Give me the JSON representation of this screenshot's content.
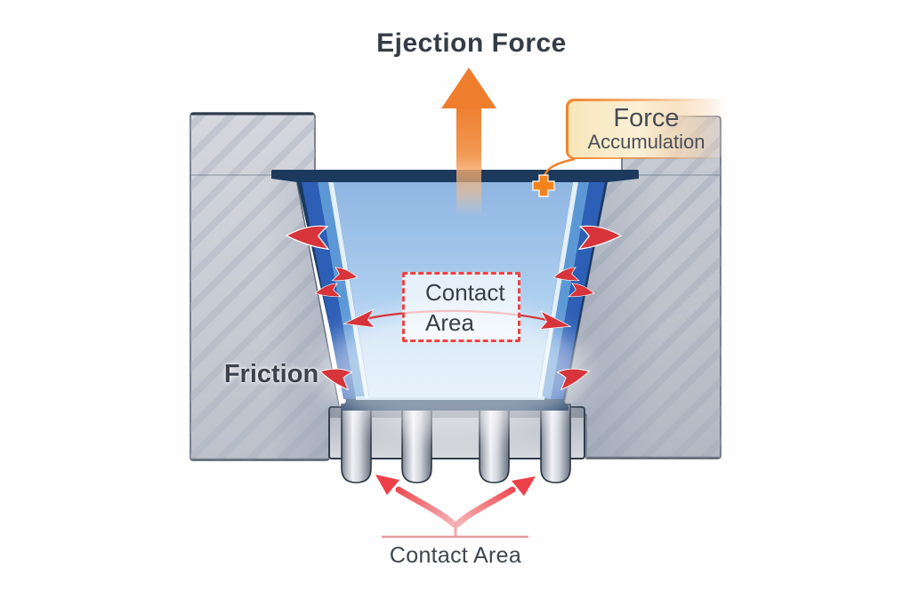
{
  "diagram": {
    "title": "Ejection Force",
    "force_accumulation": {
      "line1": "Force",
      "line2": "Accumulation"
    },
    "contact_area_box": {
      "line1": "Contact",
      "line2": "Area"
    },
    "friction_label": "Friction",
    "bottom_label": "Contact Area",
    "colors": {
      "background": "#FEFEFE",
      "accent_orange": "#EE7E2D",
      "callout_fill": "#F8E6BA",
      "friction_arrow_red": "#D7343B",
      "dashed_box_red": "#EE4343",
      "bottom_arrow_pink": "#EE4048",
      "part_navy": "#1B3A60",
      "part_royal_blue": "#2D5FB6",
      "part_mid_blue": "#5D98D6",
      "part_interior_blue": "#A8CBEC",
      "mold_gray": "#C9CED6",
      "pin_highlight": "#F1F3F6",
      "text_dark": "#3A4049"
    },
    "icons": {
      "ejection_arrow": "up-arrow-icon",
      "force_marker": "plus-icon",
      "friction_markers": "curved-arrowhead-icon",
      "ejector_arrows": "fan-up-arrows-icon"
    }
  }
}
